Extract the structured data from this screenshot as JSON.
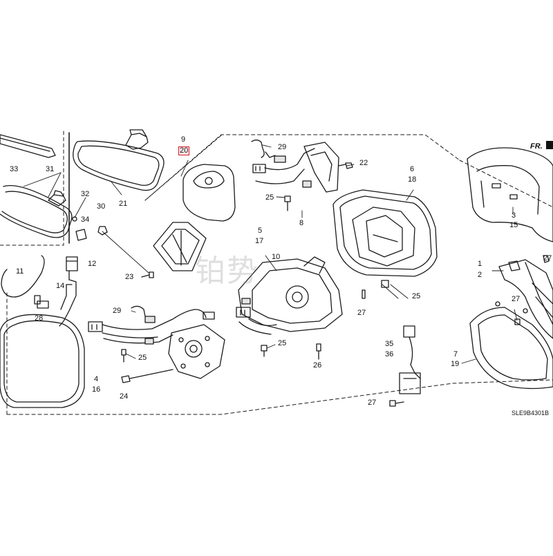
{
  "diagram": {
    "code": "SLE9B4301B",
    "direction_label": "FR.",
    "watermark": "铂势",
    "callouts": {
      "c33": "33",
      "c31": "31",
      "c32": "32",
      "c34": "34",
      "c30": "30",
      "c21": "21",
      "c9": "9",
      "c20": "20",
      "c23": "23",
      "c29a": "29",
      "c22": "22",
      "c25a": "25",
      "c8": "8",
      "c6": "6",
      "c18": "18",
      "c3": "3",
      "c15": "15",
      "c5": "5",
      "c17": "17",
      "c10": "10",
      "c11": "11",
      "c12": "12",
      "c14": "14",
      "c28": "28",
      "c1": "1",
      "c2": "2",
      "c27a": "27",
      "c27b": "27",
      "c25b": "25",
      "c27c": "27",
      "c29b": "29",
      "c25c": "25",
      "c24": "24",
      "c25d": "25",
      "c26": "26",
      "c4": "4",
      "c16": "16",
      "c35": "35",
      "c36": "36",
      "c27d": "27",
      "c7": "7",
      "c19": "19"
    }
  }
}
